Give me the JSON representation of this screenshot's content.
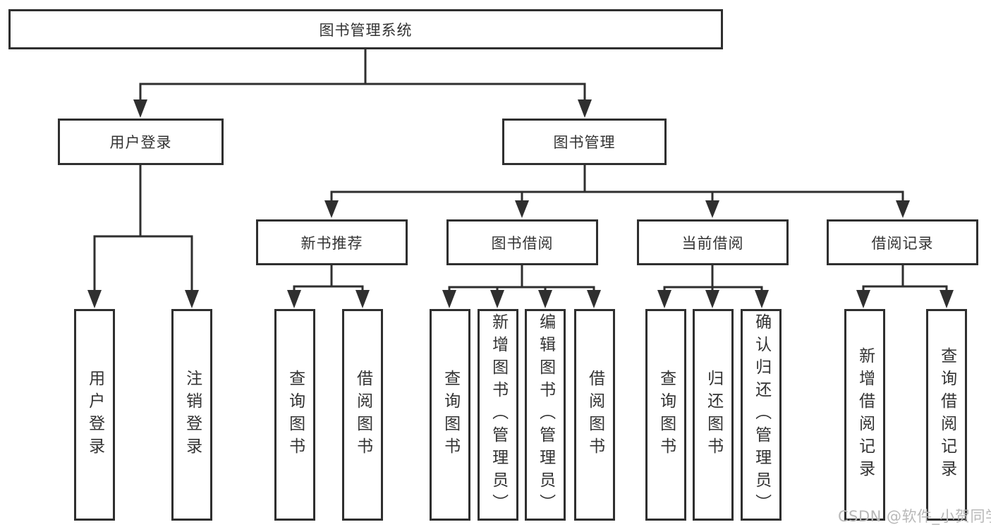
{
  "diagram": {
    "root": "图书管理系统",
    "l2": [
      "用户登录",
      "图书管理"
    ],
    "l3": [
      "新书推荐",
      "图书借阅",
      "当前借阅",
      "借阅记录"
    ],
    "leaves": [
      "用户登录",
      "注销登录",
      "查询图书",
      "借阅图书",
      "查询图书",
      "新增图书（管理员）",
      "编辑图书（管理员）",
      "借阅图书",
      "查询图书",
      "归还图书",
      "确认归还（管理员）",
      "新增借阅记录",
      "查询借阅记录"
    ]
  },
  "watermark": {
    "text": "CSDN @软件_小贺同学",
    "color": "#b8b8b8"
  },
  "colors": {
    "line": "#2f2f2f",
    "box_border": "#2f2f2f",
    "text": "#333333",
    "background": "#ffffff"
  }
}
